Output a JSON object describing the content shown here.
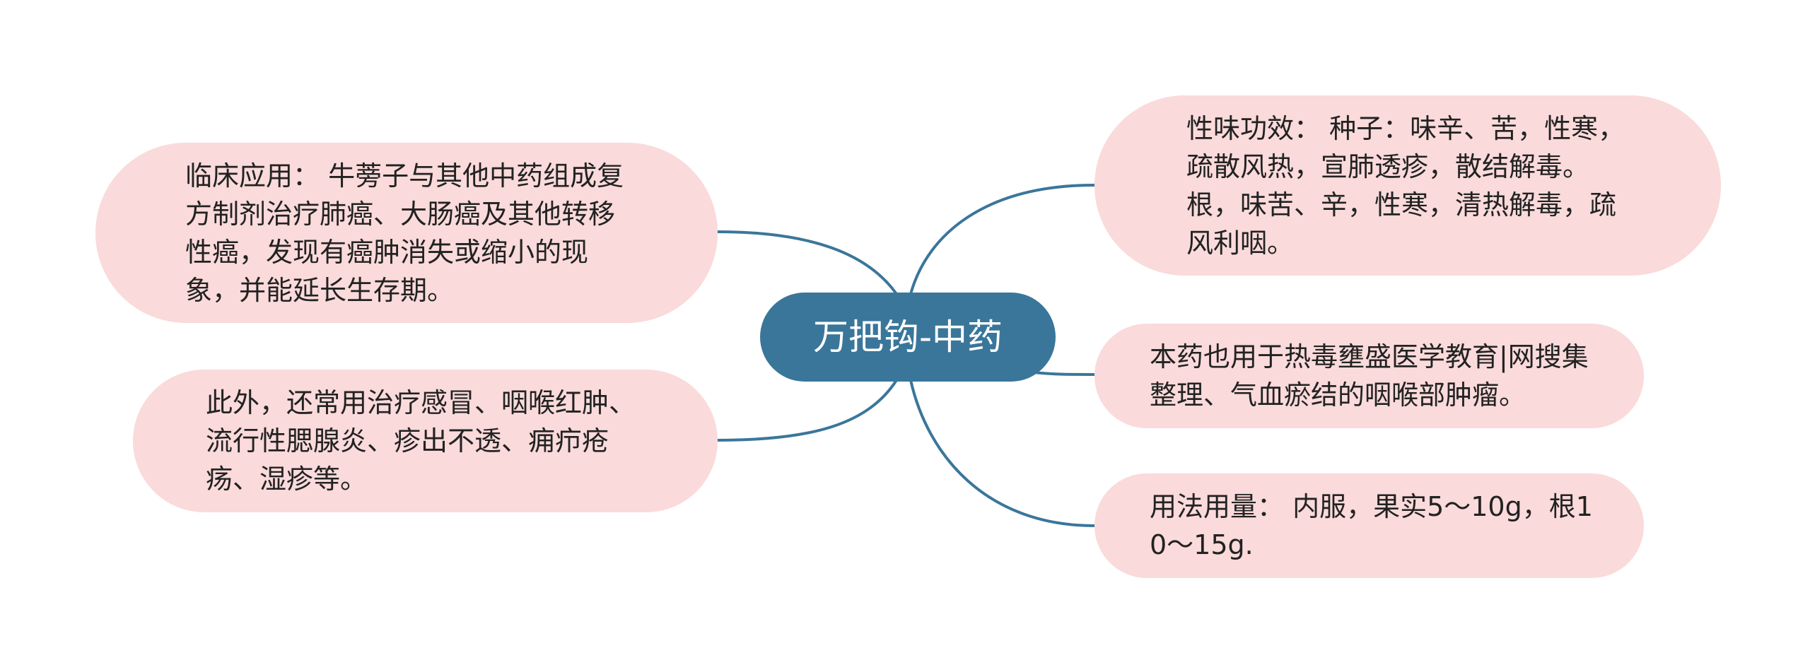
{
  "mindmap": {
    "central": {
      "label": "万把钩-中药"
    },
    "branches": {
      "left_1": "临床应用： 牛蒡子与其他中药组成复方制剂治疗肺癌、大肠癌及其他转移性癌，发现有癌肿消失或缩小的现象，并能延长生存期。",
      "left_2": "此外，还常用治疗感冒、咽喉红肿、流行性腮腺炎、疹出不透、痈疖疮疡、湿疹等。",
      "right_1": "性味功效： 种子：味辛、苦，性寒，疏散风热，宣肺透疹，散结解毒。根，味苦、辛，性寒，清热解毒，疏风利咽。",
      "right_2": "本药也用于热毒壅盛医学教育|网搜集整理、气血瘀结的咽喉部肿瘤。",
      "right_3": "用法用量： 内服，果实5～10g，根10～15g."
    },
    "colors": {
      "central_fill": "#3a769a",
      "central_text": "#ffffff",
      "branch_fill": "#fadada",
      "branch_text": "#222222",
      "connector": "#3a769a"
    }
  }
}
